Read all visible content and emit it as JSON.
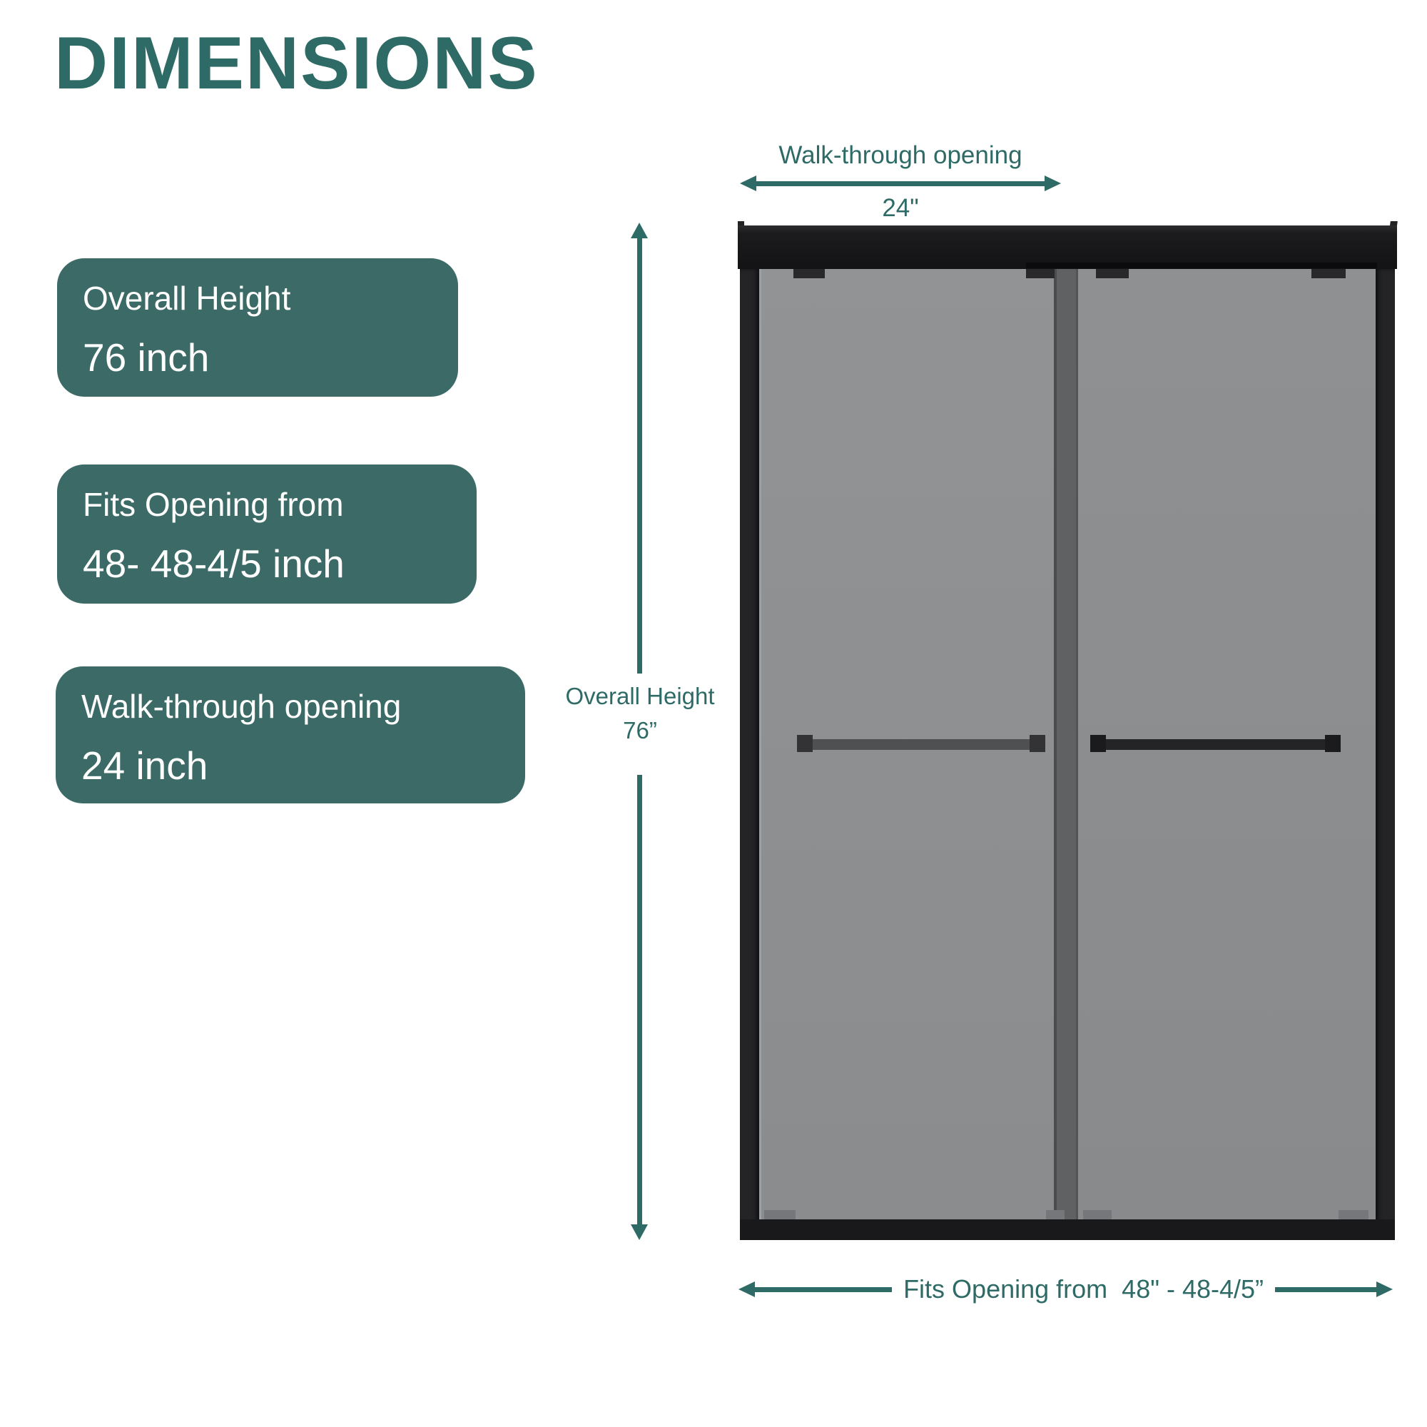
{
  "title": "DIMENSIONS",
  "info_cards": [
    {
      "label": "Overall Height",
      "value": "76 inch"
    },
    {
      "label": "Fits Opening from",
      "value": "48- 48-4/5 inch"
    },
    {
      "label": "Walk-through opening",
      "value": "24 inch"
    }
  ],
  "dims": {
    "top": {
      "label": "Walk-through opening",
      "value": "24\""
    },
    "side": {
      "label": "Overall Height",
      "value": "76”"
    },
    "bottom": {
      "label": "Fits Opening from  48\" - 48-4/5”"
    }
  },
  "colors": {
    "teal_accent": "#2f6b66",
    "card_background": "#3c6b67",
    "card_text": "#ffffff",
    "door_frame_black": "#1b1b1d",
    "glass_gray": "#8d8f91"
  }
}
